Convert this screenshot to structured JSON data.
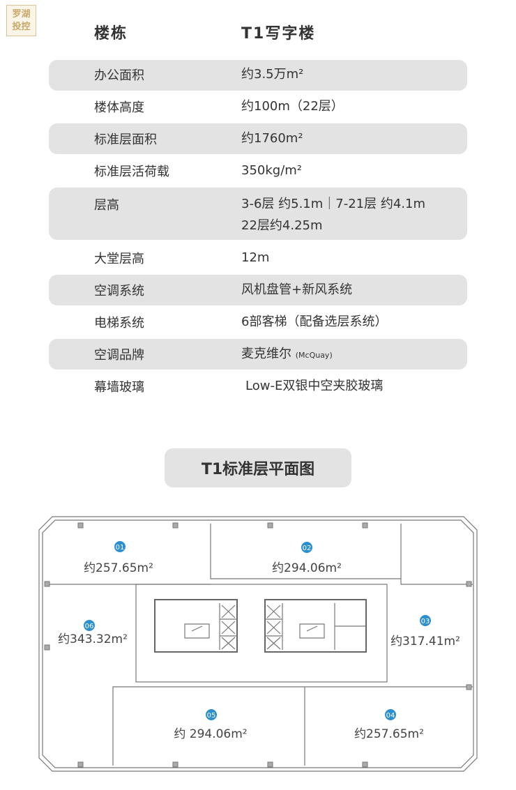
{
  "logo": {
    "text": "罗湖投控"
  },
  "header": {
    "label": "楼栋",
    "value": "T1写字楼"
  },
  "rows": [
    {
      "label": "办公面积",
      "value": "约3.5万m²"
    },
    {
      "label": "楼体高度",
      "value": "约100m（22层）"
    },
    {
      "label": "标准层面积",
      "value": "约1760m²"
    },
    {
      "label": "标准层活荷载",
      "value": "350kg/m²"
    },
    {
      "label": "层高",
      "value": "3-6层 约5.1m｜7-21层 约4.1m",
      "value2": "22层约4.25m"
    },
    {
      "label": "大堂层高",
      "value": "12m"
    },
    {
      "label": "空调系统",
      "value": "风机盘管+新风系统"
    },
    {
      "label": "电梯系统",
      "value": "6部客梯（配备选层系统）"
    },
    {
      "label": "空调品牌",
      "value": "麦克维尔",
      "note": "(McQuay)"
    },
    {
      "label": "幕墙玻璃",
      "value": "Low-E双银中空夹胶玻璃"
    }
  ],
  "plan": {
    "title": "T1标准层平面图",
    "units": [
      {
        "no": "01",
        "area": "约257.65m²"
      },
      {
        "no": "02",
        "area": "约294.06m²"
      },
      {
        "no": "03",
        "area": "约317.41m²"
      },
      {
        "no": "04",
        "area": "约257.65m²"
      },
      {
        "no": "05",
        "area": "约 294.06m²"
      },
      {
        "no": "06",
        "area": "约343.32m²"
      }
    ]
  },
  "colors": {
    "band": "#e3e3e3",
    "badge": "#2b8fd0",
    "logo": "#c9a86a"
  }
}
